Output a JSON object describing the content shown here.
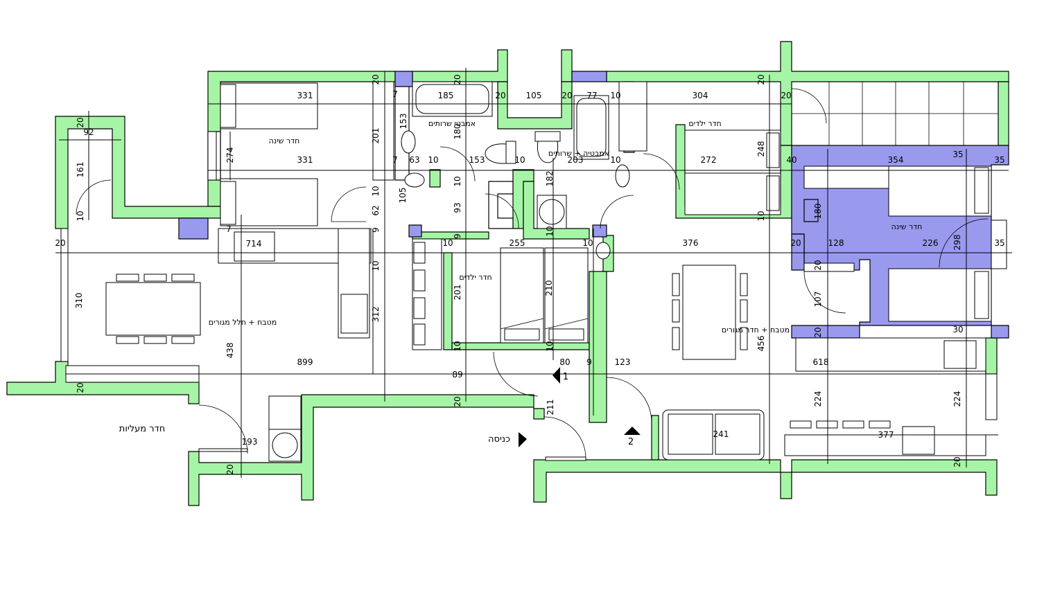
{
  "rooms": {
    "bedroom_top_left": "חדר שינה",
    "bath_top": "אמבטי  שרותים",
    "bath_mid": "אמבטיה + שרותים",
    "kids_top_right": "חדר ילדים",
    "bedroom_right": "חדר שינה",
    "kids_center": "חדר ילדים",
    "kitchen_left": "מטבח + חלל מגורים",
    "kitchen_right": "מטבח + חדר מגורים",
    "stairwell": "חדר מעליות",
    "entrance": "כניסה"
  },
  "markers": {
    "entry1": "1",
    "entry2": "2"
  },
  "dimensions": {
    "d331a": "331",
    "d331b": "331",
    "d274": "274",
    "d92": "92",
    "d161": "161",
    "d185": "185",
    "d105a": "105",
    "d77": "77",
    "d304": "304",
    "d153a": "153",
    "d201a": "201",
    "d180a": "180",
    "d153b": "153",
    "d63": "63",
    "d203": "203",
    "d182": "182",
    "d248": "248",
    "d272": "272",
    "d354": "354",
    "d35a": "35",
    "d35b": "35",
    "d35c": "35",
    "d40": "40",
    "d180b": "180",
    "d128": "128",
    "d226": "226",
    "d298": "298",
    "d376": "376",
    "d255": "255",
    "d714": "714",
    "d310": "310",
    "d312": "312",
    "d201b": "201",
    "d210": "210",
    "d107": "107",
    "d456": "456",
    "d438": "438",
    "d899": "899",
    "d89": "89",
    "d80": "80",
    "d123": "123",
    "d618": "618",
    "d30": "30",
    "d224a": "224",
    "d224b": "224",
    "d211": "211",
    "d241": "241",
    "d377": "377",
    "d193": "193",
    "d105b": "105",
    "d62": "62",
    "d93": "93",
    "w20a": "20",
    "w20b": "20",
    "w20c": "20",
    "w20d": "20",
    "w20e": "20",
    "w20f": "20",
    "w20g": "20",
    "w20h": "20",
    "w20i": "20",
    "w20j": "20",
    "w20k": "20",
    "w20l": "20",
    "w20m": "20",
    "w20n": "20",
    "w20o": "20",
    "w10a": "10",
    "w10b": "10",
    "w10c": "10",
    "w10d": "10",
    "w10e": "10",
    "w10f": "10",
    "w10g": "10",
    "w10h": "10",
    "w10i": "10",
    "w10j": "10",
    "w10k": "10",
    "w10l": "10",
    "w10m": "10",
    "w10n": "10",
    "w7a": "7",
    "w7b": "7",
    "w7c": "7",
    "w9a": "9",
    "w9b": "9",
    "w9c": "9"
  },
  "colors": {
    "wall": "#a6f5a6",
    "wall_alt": "#9999ee"
  }
}
